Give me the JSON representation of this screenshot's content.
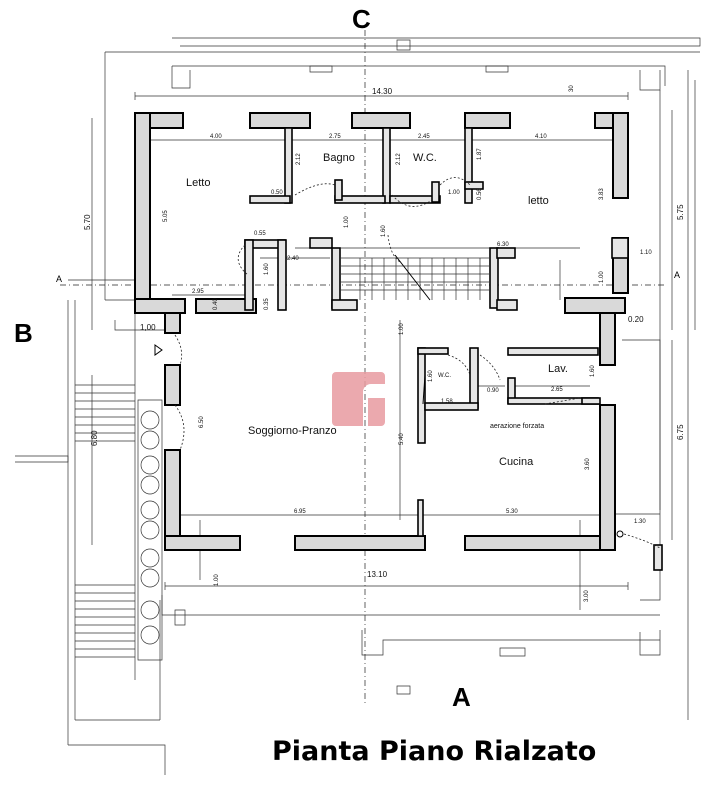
{
  "title": "Pianta Piano Rialzato",
  "section_labels": {
    "c": "C",
    "a_bottom": "A",
    "b_left": "B",
    "a_left": "A",
    "a_right": "A"
  },
  "rooms": {
    "letto_left": "Letto",
    "bagno": "Bagno",
    "wc_top": "W.C.",
    "letto_right": "letto",
    "soggiorno": "Soggiorno-Pranzo",
    "wc_small": "W.C.",
    "lav": "Lav.",
    "cucina": "Cucina"
  },
  "notes": {
    "aerazione": "aerazione forzata"
  },
  "dimensions": {
    "top_total": "14.30",
    "top_small": "30",
    "bottom_total": "13.10",
    "left_570": "5.70",
    "left_680": "6.80",
    "right_575": "5.75",
    "right_675": "6.75",
    "d_400": "4.00",
    "d_275": "2.75",
    "d_245": "2.45",
    "d_410": "4.10",
    "d_212a": "2.12",
    "d_212b": "2.12",
    "d_187": "1.87",
    "d_050": "0.50",
    "d_100a": "1.00",
    "d_056": "0.56",
    "d_505": "5.05",
    "d_383": "3.83",
    "d_055": "0.55",
    "d_100b": "1.00",
    "d_160a": "1.60",
    "d_630": "6.30",
    "d_110": "1.10",
    "d_240": "2.40",
    "d_160b": "1.60",
    "d_100c": "1.00",
    "d_295": "2.95",
    "d_040": "0.40",
    "d_035": "0.35",
    "d_100d": "1,00",
    "d_020": "0.20",
    "d_100e": "1.00",
    "d_160c": "1.60",
    "d_160d": "1.60",
    "d_158": "1.58",
    "d_090": "0.90",
    "d_265": "2.65",
    "d_650": "6.50",
    "d_540": "5.40",
    "d_360": "3.60",
    "d_695": "6.95",
    "d_530": "5.30",
    "d_130": "1.30",
    "d_100f": "1.00",
    "d_300": "3.00"
  },
  "colors": {
    "wall_fill": "#d9d9d9",
    "logo": "#e79aa0",
    "ink": "#000000"
  }
}
